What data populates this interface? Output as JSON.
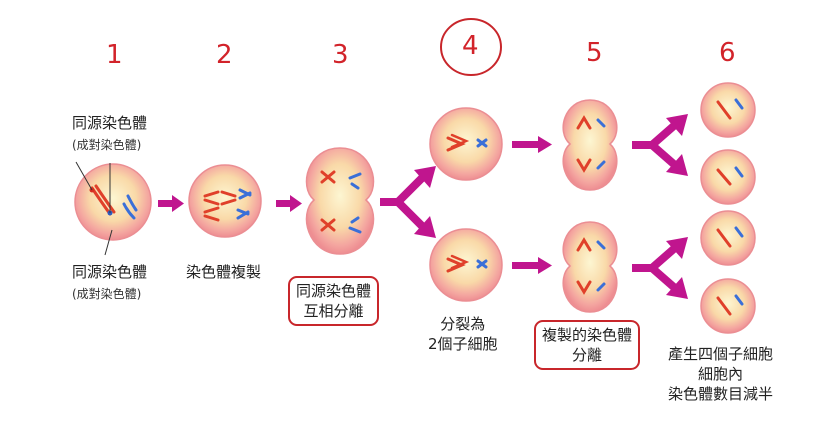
{
  "steps": [
    "1",
    "2",
    "3",
    "4",
    "5",
    "6"
  ],
  "labels": {
    "homologous_top": "同源染色體",
    "homologous_top_sub": "(成對染色體)",
    "homologous_bottom": "同源染色體",
    "homologous_bottom_sub": "(成對染色體)",
    "step2": "染色體複製",
    "step3_line1": "同源染色體",
    "step3_line2": "互相分離",
    "step4_line1": "分裂為",
    "step4_line2": "2個子細胞",
    "step5_line1": "複製的染色體",
    "step5_line2": "分離",
    "step6_line1": "產生四個子細胞",
    "step6_line2": "細胞內",
    "step6_line3": "染色體數目減半"
  },
  "colors": {
    "step_number": "#d2232a",
    "box_border": "#c8262b",
    "arrow": "#c0158e",
    "chromosome_red": "#e0402a",
    "chromosome_blue": "#3a6fd8"
  }
}
